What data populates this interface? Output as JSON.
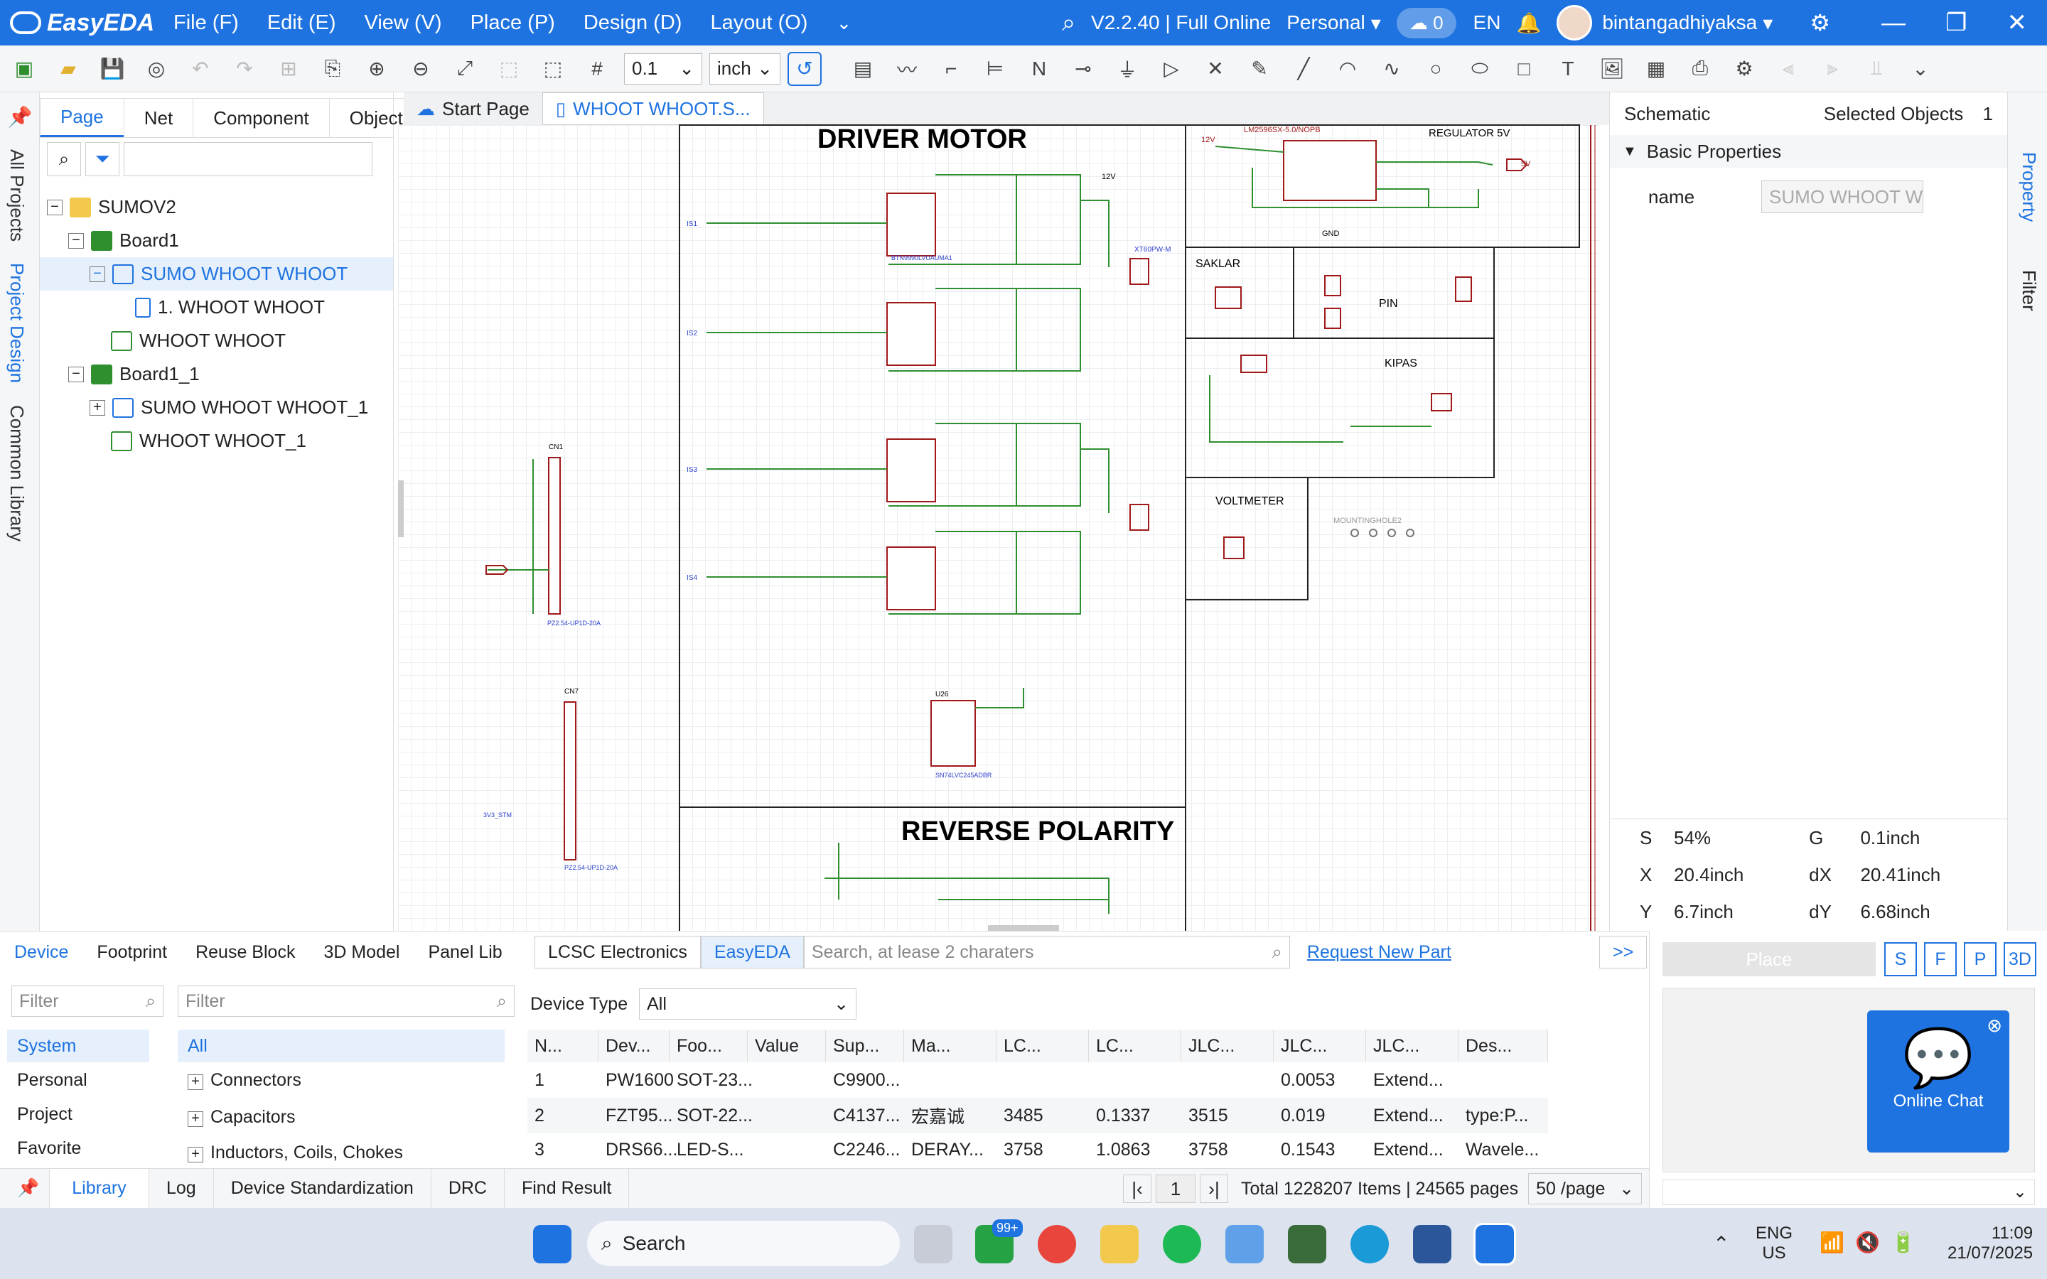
{
  "app": {
    "logo": "EasyEDA",
    "menu": [
      "File (F)",
      "Edit (E)",
      "View (V)",
      "Place (P)",
      "Design (D)",
      "Layout (O)"
    ],
    "version": "V2.2.40 | Full Online",
    "workspace": "Personal",
    "cloud_count": "0",
    "language": "EN",
    "username": "bintangadhiyaksa"
  },
  "toolbar": {
    "grid_value": "0.1",
    "unit": "inch"
  },
  "left_vtabs": [
    "All Projects",
    "Project Design",
    "Common Library"
  ],
  "left_panel": {
    "tabs": [
      "Page",
      "Net",
      "Component",
      "Object"
    ],
    "tree": [
      {
        "label": "SUMOV2",
        "level": 0,
        "icon": "folder"
      },
      {
        "label": "Board1",
        "level": 1,
        "icon": "board"
      },
      {
        "label": "SUMO WHOOT WHOOT",
        "level": 2,
        "icon": "schematic"
      },
      {
        "label": "1. WHOOT WHOOT",
        "level": 3,
        "icon": "page"
      },
      {
        "label": "WHOOT WHOOT",
        "level": 2,
        "icon": "pcb"
      },
      {
        "label": "Board1_1",
        "level": 1,
        "icon": "board"
      },
      {
        "label": "SUMO WHOOT WHOOT_1",
        "level": 2,
        "icon": "schematic"
      },
      {
        "label": "WHOOT WHOOT_1",
        "level": 2,
        "icon": "pcb"
      }
    ]
  },
  "doc_tabs": [
    "Start Page",
    "WHOOT WHOOT.S..."
  ],
  "schematic": {
    "driver_title": "DRIVER MOTOR",
    "reverse_title": "REVERSE POLARITY",
    "regulator_title": "REGULATOR 5V",
    "saklar": "SAKLAR",
    "pin": "PIN",
    "kipas": "KIPAS",
    "voltmeter": "VOLTMETER",
    "regulator_part": "LM2596SX-5.0/NOPB",
    "cn1": "CN1",
    "cn7": "CN7",
    "cn_part": "PZ2.54-UP1D-20A",
    "u26": "U26",
    "u26_part": "SN74LVC245ADBR",
    "driver_part": "BTN9990LVUAUMA1",
    "xt60": "XT60PW-M",
    "mounting": "MOUNTINGHOLE2",
    "net_12v": "12V",
    "net_5v": "5V",
    "net_gnd": "GND",
    "net_3v3": "3V3_STM",
    "is_labels": [
      "IS1",
      "IS2",
      "IS3",
      "IS4"
    ]
  },
  "right_panel": {
    "title": "Schematic",
    "selected_label": "Selected Objects",
    "selected_count": "1",
    "section": "Basic Properties",
    "name_label": "name",
    "name_value": "SUMO WHOOT W",
    "stats": [
      {
        "k": "S",
        "v": "54%",
        "k2": "G",
        "v2": "0.1inch"
      },
      {
        "k": "X",
        "v": "20.4inch",
        "k2": "dX",
        "v2": "20.41inch"
      },
      {
        "k": "Y",
        "v": "6.7inch",
        "k2": "dY",
        "v2": "6.68inch"
      }
    ]
  },
  "right_vtabs": [
    "Property",
    "Filter"
  ],
  "library": {
    "tabs": [
      "Device",
      "Footprint",
      "Reuse Block",
      "3D Model",
      "Panel Lib"
    ],
    "sources": [
      "LCSC Electronics",
      "EasyEDA"
    ],
    "search_placeholder": "Search, at lease 2 charaters",
    "request_link": "Request New Part",
    "expand": ">>",
    "filter_placeholder": "Filter",
    "categories_left": [
      "System",
      "Personal",
      "Project",
      "Favorite"
    ],
    "categories_mid": [
      "All",
      "Connectors",
      "Capacitors",
      "Inductors, Coils, Chokes"
    ],
    "device_type_label": "Device Type",
    "device_type_value": "All",
    "columns": [
      "N...",
      "Dev...",
      "Foo...",
      "Value",
      "Sup...",
      "Ma...",
      "LC...",
      "LC...",
      "JLC...",
      "JLC...",
      "JLC...",
      "Des..."
    ],
    "rows": [
      [
        "1",
        "PW1600",
        "SOT-23...",
        "",
        "C9900...",
        "",
        "",
        "",
        "",
        "0.0053",
        "Extend...",
        ""
      ],
      [
        "2",
        "FZT95...",
        "SOT-22...",
        "",
        "C4137...",
        "宏嘉诚",
        "3485",
        "0.1337",
        "3515",
        "0.019",
        "Extend...",
        "type:P..."
      ],
      [
        "3",
        "DRS66...",
        "LED-S...",
        "",
        "C2246...",
        "DERAY...",
        "3758",
        "1.0863",
        "3758",
        "0.1543",
        "Extend...",
        "Wavele..."
      ]
    ],
    "page_current": "1",
    "total": "Total 1228207 Items | 24565 pages",
    "per_page": "50 /page"
  },
  "bottom_tabs": [
    "Library",
    "Log",
    "Device Standardization",
    "DRC",
    "Find Result"
  ],
  "preview": {
    "place": "Place",
    "buttons": [
      "S",
      "F",
      "P",
      "3D"
    ],
    "chat": "Online Chat"
  },
  "taskbar": {
    "search": "Search",
    "badge": "99+",
    "lang1": "ENG",
    "lang2": "US",
    "time": "11:09",
    "date": "21/07/2025"
  },
  "colors": {
    "accent": "#1e73e0",
    "wire": "#2f8f2f",
    "part": "#a01818",
    "label": "#2b3fcc"
  }
}
